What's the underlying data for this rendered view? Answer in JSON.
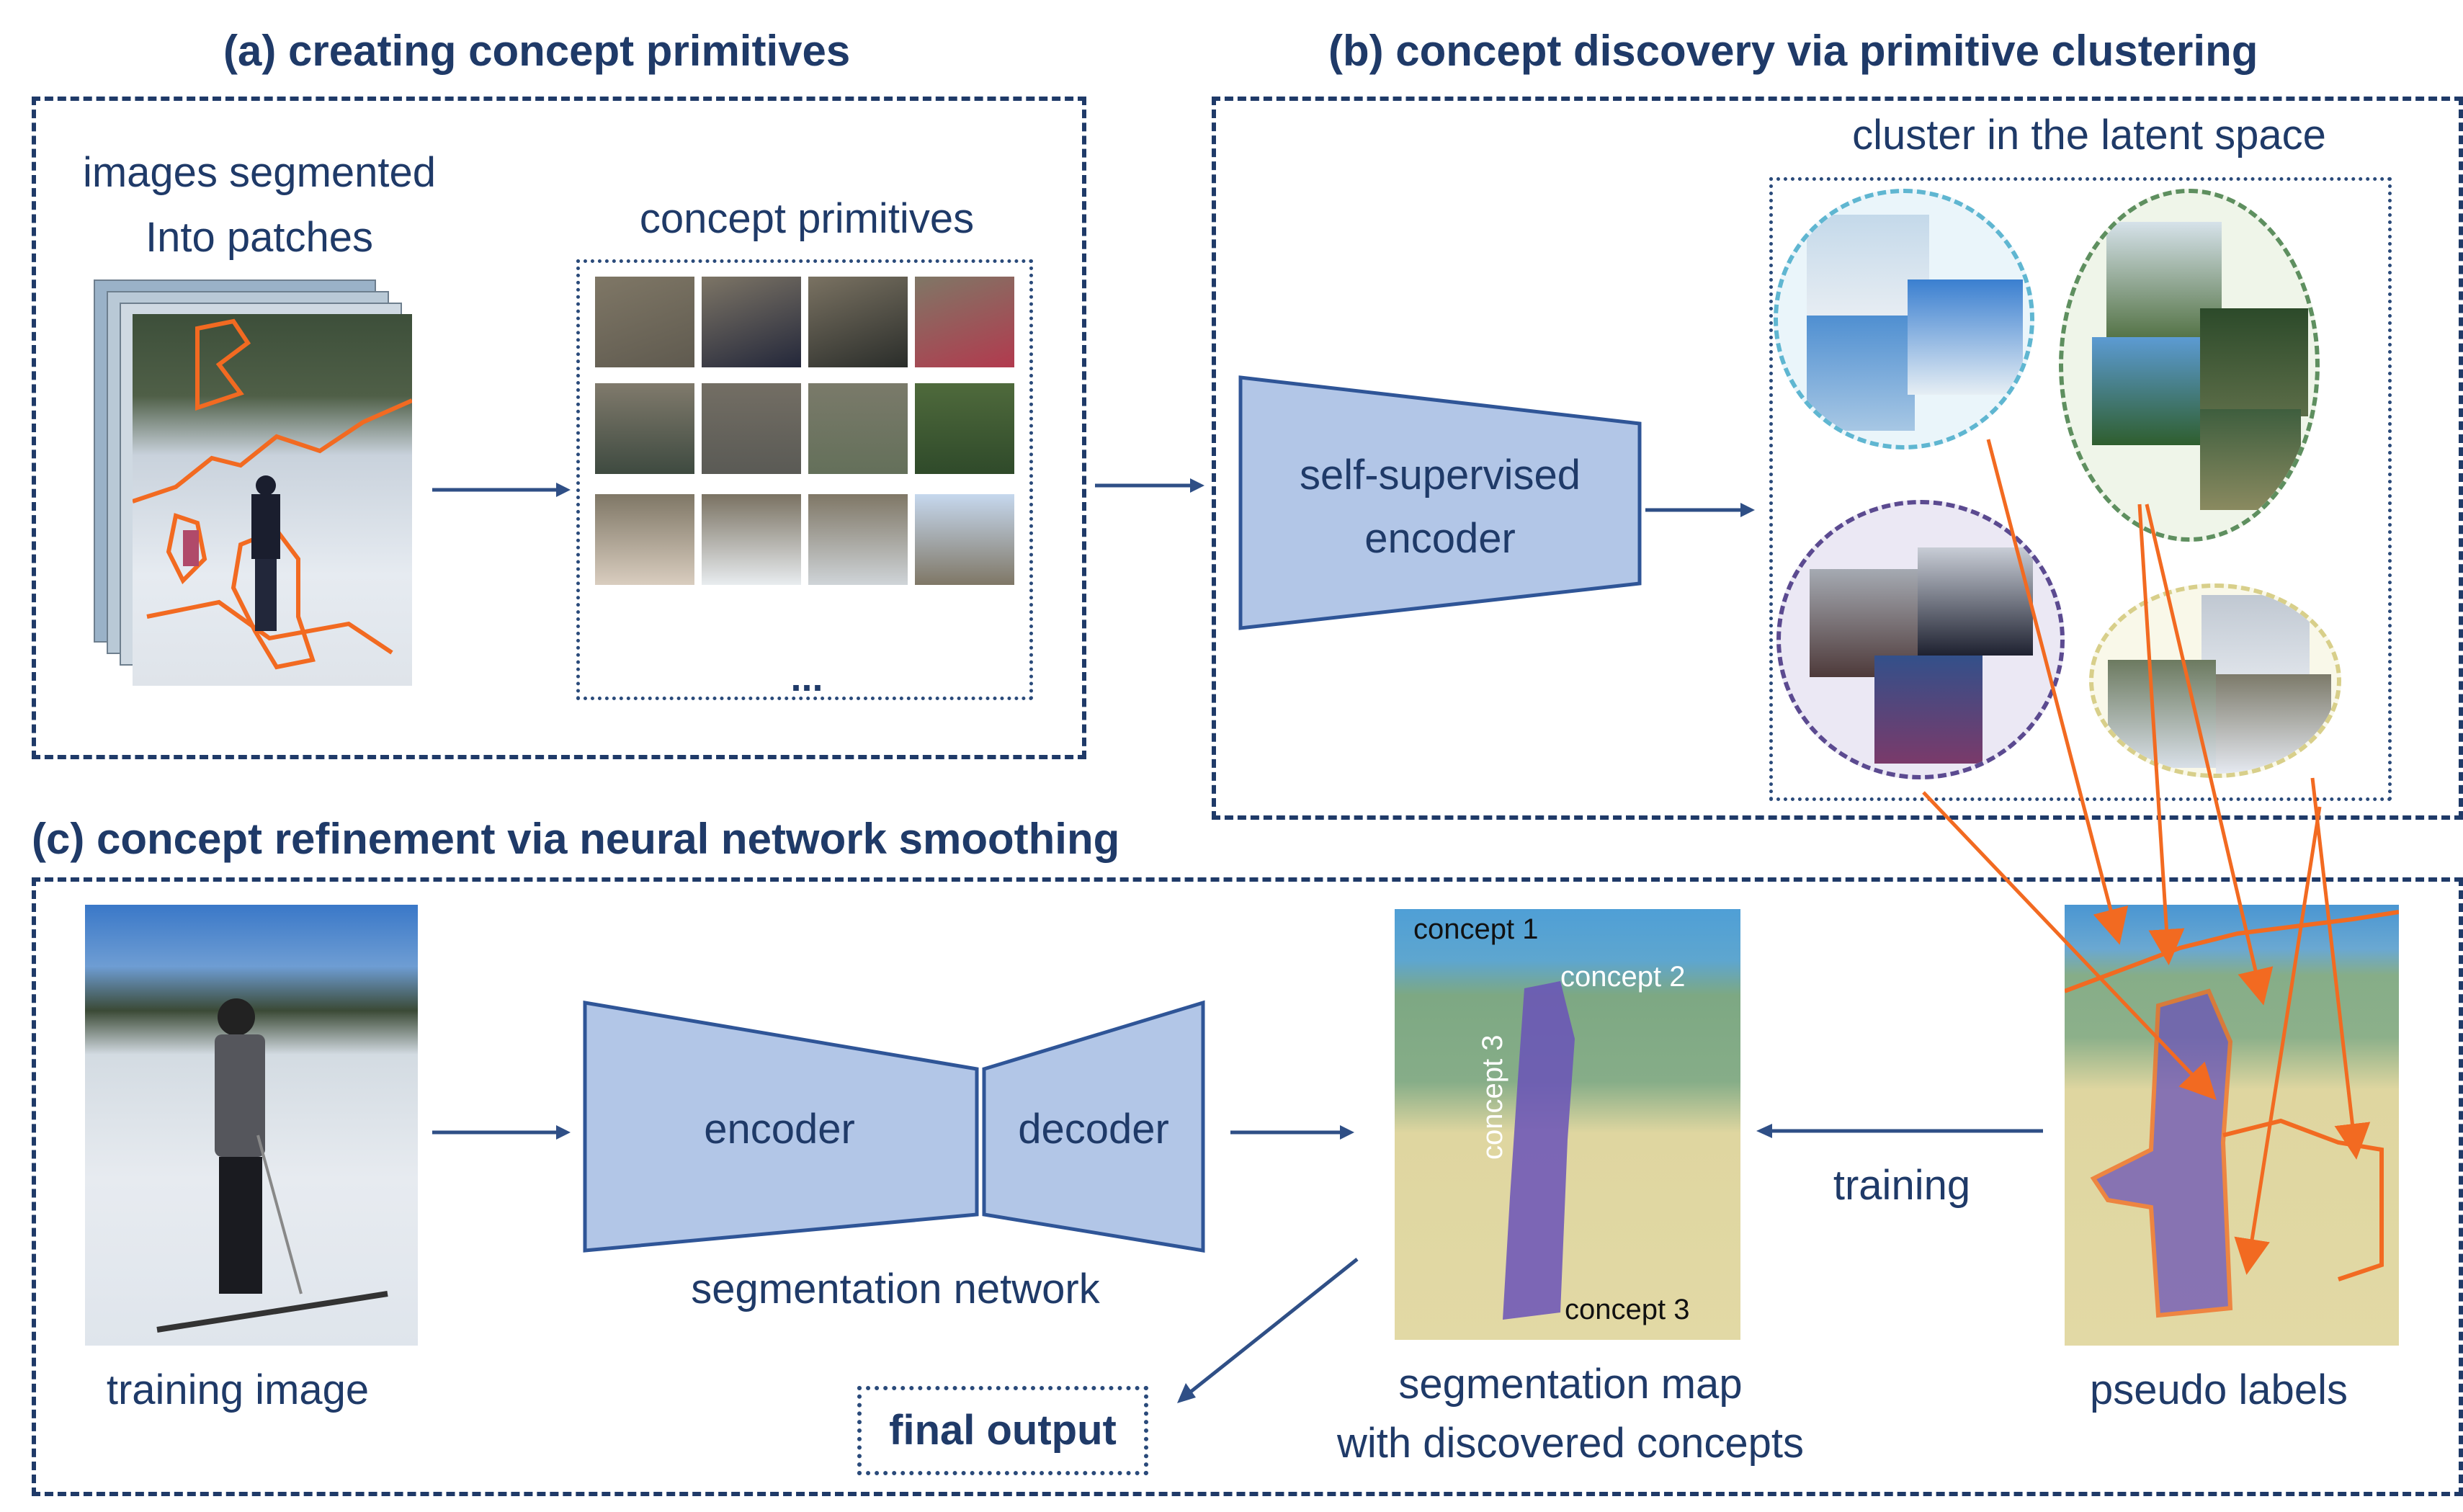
{
  "panel_a": {
    "title": "(a) creating concept primitives",
    "images_label_line1": "images segmented",
    "images_label_line2": "Into patches",
    "primitives_label": "concept primitives",
    "ellipsis": "..."
  },
  "panel_b": {
    "title": "(b) concept discovery via primitive clustering",
    "encoder_line1": "self-supervised",
    "encoder_line2": "encoder",
    "cluster_label": "cluster in the latent space"
  },
  "panel_c": {
    "title": "(c) concept refinement via neural network smoothing",
    "training_image_label": "training image",
    "encoder_label": "encoder",
    "decoder_label": "decoder",
    "network_label": "segmentation network",
    "final_output_label": "final output",
    "segmap_line1": "segmentation map",
    "segmap_line2": "with discovered concepts",
    "concept_1": "concept 1",
    "concept_2": "concept 2",
    "concept_3a": "concept 3",
    "concept_3b": "concept 3",
    "training_label": "training",
    "pseudo_labels_label": "pseudo labels"
  },
  "colors": {
    "frame": "#1f3a68",
    "shape_fill": "#b2c6e7",
    "shape_stroke": "#2f5597",
    "segment_orange": "#f26a21",
    "cluster_sky": "#5fb6d1",
    "cluster_tree": "#5e8f5f",
    "cluster_person": "#5b4a90",
    "cluster_snow": "#d8cf8a"
  }
}
